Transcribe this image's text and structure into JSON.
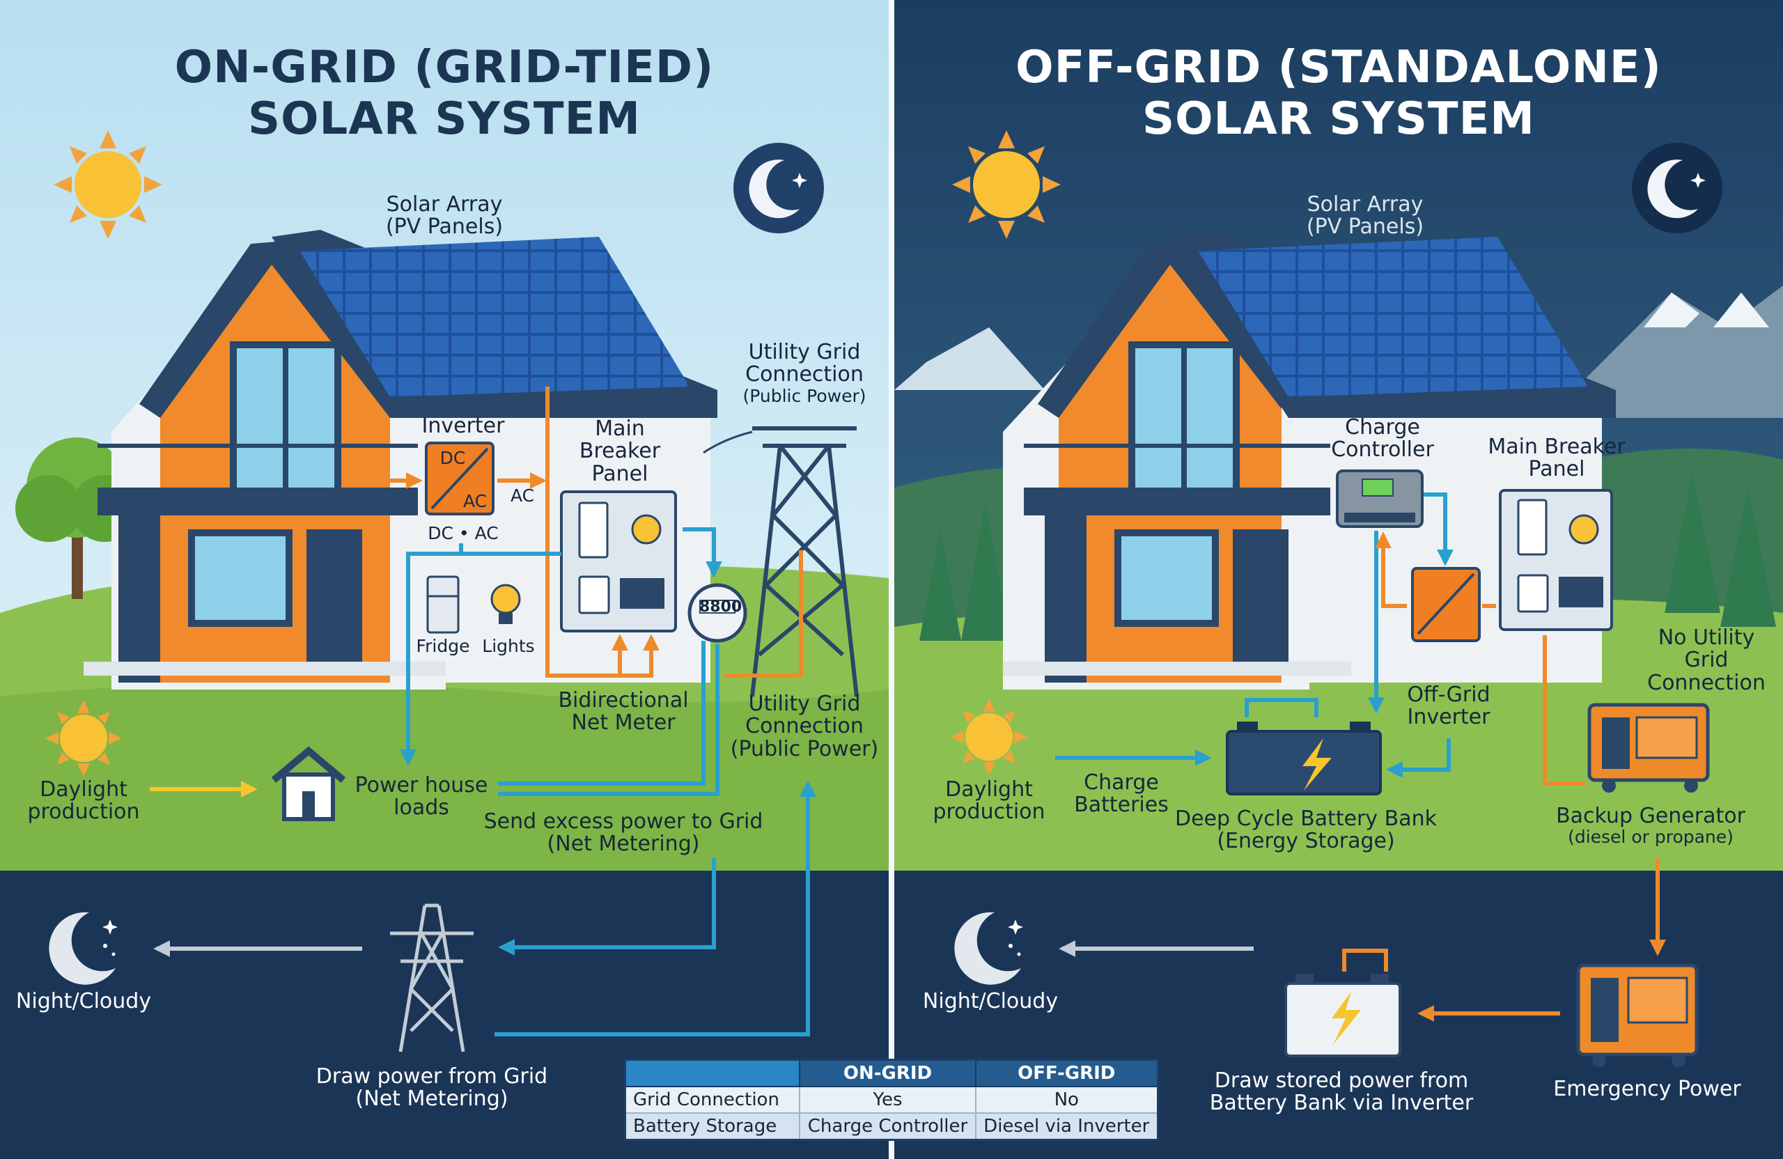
{
  "on_grid": {
    "title_line1": "ON-GRID (GRID-TIED)",
    "title_line2": "SOLAR SYSTEM",
    "solar_array": [
      "Solar Array",
      "(PV Panels)"
    ],
    "inverter": "Inverter",
    "inverter_dc": "DC",
    "inverter_ac": "AC",
    "ac_label": "AC",
    "dc_ac_label": "DC • AC",
    "main_breaker": [
      "Main",
      "Breaker",
      "Panel"
    ],
    "utility_grid_top": [
      "Utility Grid",
      "Connection",
      "(Public Power)"
    ],
    "meter_reading": "8800",
    "fridge": "Fridge",
    "lights": "Lights",
    "net_meter": [
      "Bidirectional",
      "Net Meter"
    ],
    "utility_grid_bottom": [
      "Utility Grid",
      "Connection",
      "(Public Power)"
    ],
    "daylight": [
      "Daylight",
      "production"
    ],
    "power_loads": [
      "Power house",
      "loads"
    ],
    "send_excess": [
      "Send excess power to Grid",
      "(Net Metering)"
    ],
    "night": "Night/Cloudy",
    "draw_grid": [
      "Draw power from Grid",
      "(Net Metering)"
    ]
  },
  "off_grid": {
    "title_line1": "OFF-GRID (STANDALONE)",
    "title_line2": "SOLAR SYSTEM",
    "solar_array": [
      "Solar Array",
      "(PV Panels)"
    ],
    "charge_controller": [
      "Charge",
      "Controller"
    ],
    "main_breaker": [
      "Main Breaker",
      "Panel"
    ],
    "no_utility": [
      "No Utility",
      "Grid",
      "Connection"
    ],
    "off_grid_inverter": [
      "Off-Grid",
      "Inverter"
    ],
    "daylight": [
      "Daylight",
      "production"
    ],
    "charge_batteries": [
      "Charge",
      "Batteries"
    ],
    "battery_bank": [
      "Deep Cycle Battery Bank",
      "(Energy Storage)"
    ],
    "backup_generator": [
      "Backup Generator",
      "(diesel or propane)"
    ],
    "night": "Night/Cloudy",
    "draw_stored": [
      "Draw stored power from",
      "Battery Bank via Inverter"
    ],
    "emergency_power": "Emergency Power"
  },
  "comparison_table": {
    "headers": [
      "",
      "ON-GRID",
      "OFF-GRID"
    ],
    "rows": [
      [
        "Grid Connection",
        "Yes",
        "No"
      ],
      [
        "Battery Storage",
        "Charge Controller",
        "Diesel via Inverter"
      ]
    ]
  },
  "colors": {
    "on_grid_sky": "#c9e6f2",
    "off_grid_sky": "#22476a",
    "night_band": "#1b3556",
    "grass": "#8cc152",
    "house_orange": "#f08a2c",
    "panel_blue": "#1f4f9a",
    "flow_blue": "#2aa0cf",
    "flow_orange": "#ef8a2a",
    "flow_yellow": "#f6c52c"
  }
}
